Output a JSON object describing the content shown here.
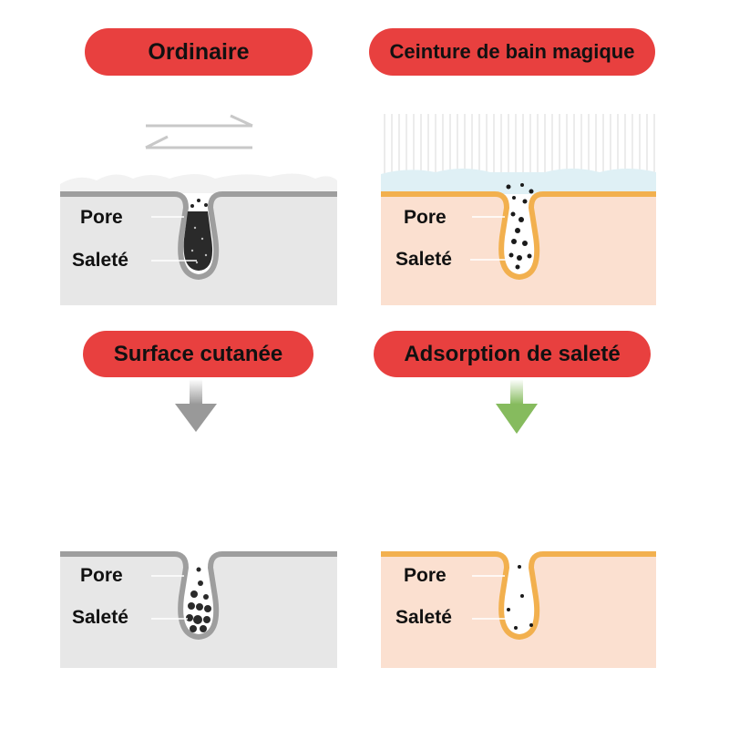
{
  "headers": {
    "left_top": "Ordinaire",
    "right_top": "Ceinture de bain magique",
    "left_mid": "Surface cutanée",
    "right_mid": "Adsorption de saleté"
  },
  "labels": {
    "pore": "Pore",
    "dirt": "Saleté"
  },
  "colors": {
    "pill_red": "#e8403f",
    "skin_gray": "#e7e7e7",
    "skin_gray_edge": "#9e9e9e",
    "skin_peach": "#fbe0d0",
    "skin_peach_edge": "#f2b04e",
    "arrow_gray": "#999999",
    "arrow_green": "#86bb5e"
  },
  "panels": [
    {
      "id": "ordinary-before",
      "label_pore": "Pore",
      "label_dirt": "Saleté"
    },
    {
      "id": "magic-before",
      "label_pore": "Pore",
      "label_dirt": "Saleté"
    },
    {
      "id": "ordinary-after",
      "label_pore": "Pore",
      "label_dirt": "Saleté"
    },
    {
      "id": "magic-after",
      "label_pore": "Pore",
      "label_dirt": "Saleté"
    }
  ]
}
